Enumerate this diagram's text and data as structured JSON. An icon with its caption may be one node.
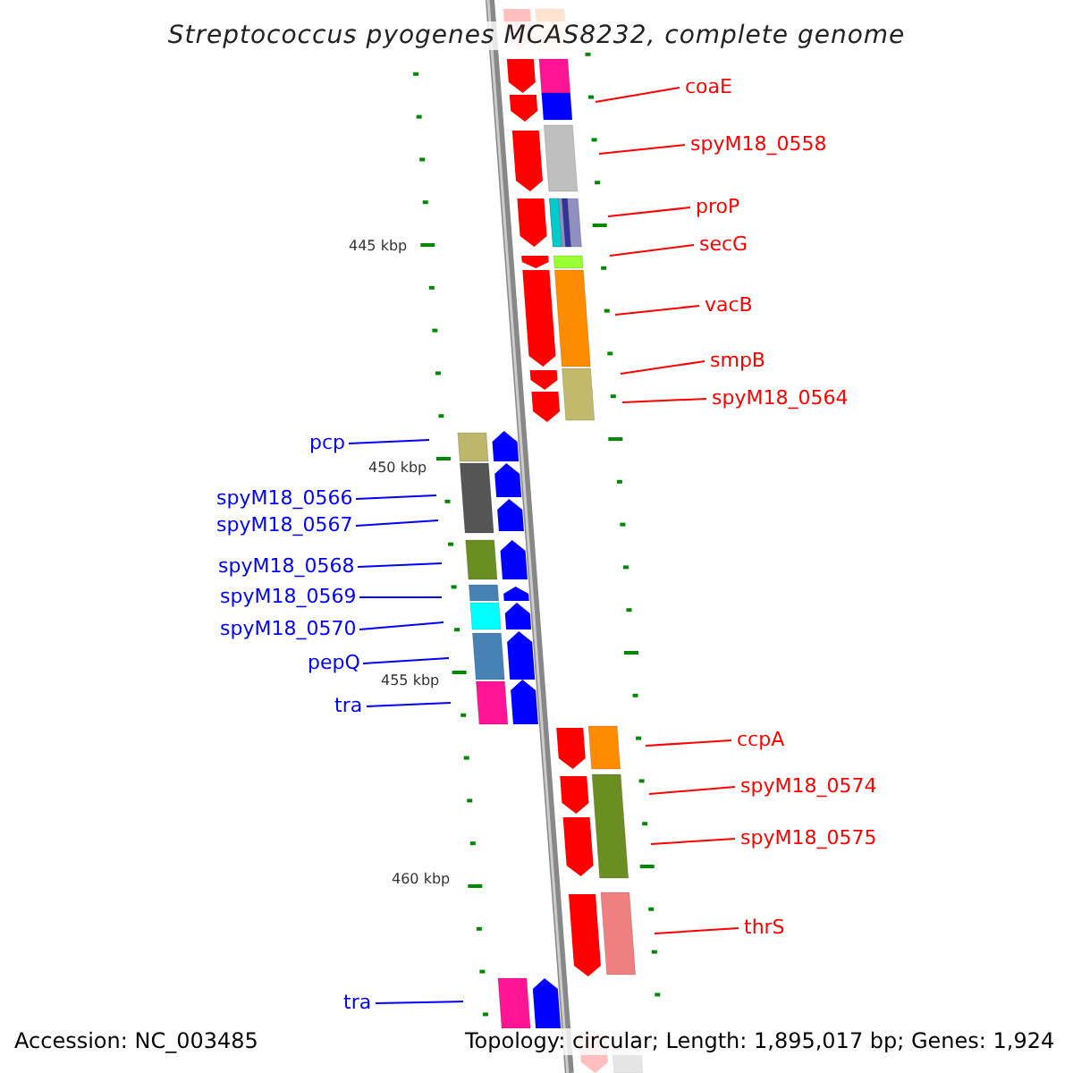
{
  "diagram": {
    "title": "Streptococcus pyogenes MCAS8232, complete genome",
    "nodes": [
      {
        "text": [
          "coaE"
        ]
      },
      {
        "text": [
          "spyM18_0558"
        ]
      },
      {
        "text": [
          "proP"
        ]
      },
      {
        "text": [
          "secG"
        ]
      },
      {
        "text": [
          "vacB"
        ]
      },
      {
        "text": [
          "smpB"
        ]
      },
      {
        "text": [
          "spyM18_0564"
        ]
      },
      {
        "text": [
          "pcp"
        ]
      },
      {
        "text": [
          "spyM18_0566"
        ]
      },
      {
        "text": [
          "spyM18_0567"
        ]
      },
      {
        "text": [
          "spyM18_0568"
        ]
      },
      {
        "text": [
          "spyM18_0569"
        ]
      },
      {
        "text": [
          "spyM18_0570"
        ]
      },
      {
        "text": [
          "pepQ"
        ]
      },
      {
        "text": [
          "tra"
        ]
      },
      {
        "text": [
          "ccpA"
        ]
      },
      {
        "text": [
          "spyM18_0574"
        ]
      },
      {
        "text": [
          "spyM18_0575"
        ]
      },
      {
        "text": [
          "thrS"
        ]
      },
      {
        "text": [
          "tra"
        ]
      }
    ],
    "edges": [
      {
        "from": 0,
        "to": null,
        "arrow": "none"
      },
      {
        "from": 1,
        "to": null,
        "arrow": "none"
      },
      {
        "from": 2,
        "to": null,
        "arrow": "none"
      },
      {
        "from": 3,
        "to": null,
        "arrow": "none"
      },
      {
        "from": 4,
        "to": null,
        "arrow": "none"
      },
      {
        "from": 5,
        "to": null,
        "arrow": "none"
      },
      {
        "from": 6,
        "to": null,
        "arrow": "none"
      },
      {
        "from": 7,
        "to": null,
        "arrow": "none",
        "color": "#0000ff"
      },
      {
        "from": 8,
        "to": null,
        "arrow": "none",
        "color": "#0000ff"
      },
      {
        "from": 9,
        "to": null,
        "arrow": "none",
        "color": "#0000ff"
      },
      {
        "from": 10,
        "to": null,
        "arrow": "none",
        "color": "#0000ff"
      },
      {
        "from": 11,
        "to": null,
        "arrow": "none",
        "color": "#0000ff"
      },
      {
        "from": 12,
        "to": null,
        "arrow": "none",
        "color": "#0000ff"
      },
      {
        "from": 13,
        "to": null,
        "arrow": "none",
        "color": "#0000ff"
      },
      {
        "from": 14,
        "to": null,
        "arrow": "none",
        "color": "#0000ff"
      },
      {
        "from": 15,
        "to": null,
        "arrow": "none"
      },
      {
        "from": 16,
        "to": null,
        "arrow": "none"
      },
      {
        "from": 17,
        "to": null,
        "arrow": "none"
      },
      {
        "from": 18,
        "to": null,
        "arrow": "none"
      },
      {
        "from": 19,
        "to": null,
        "arrow": "none",
        "color": "#0000ff"
      }
    ],
    "labels": [
      "445 kbp",
      "450 kbp",
      "455 kbp",
      "460 kbp",
      "Accession: NC_003485",
      "Topology: circular; Length: 1,895,017 bp; Genes: 1,924"
    ]
  }
}
